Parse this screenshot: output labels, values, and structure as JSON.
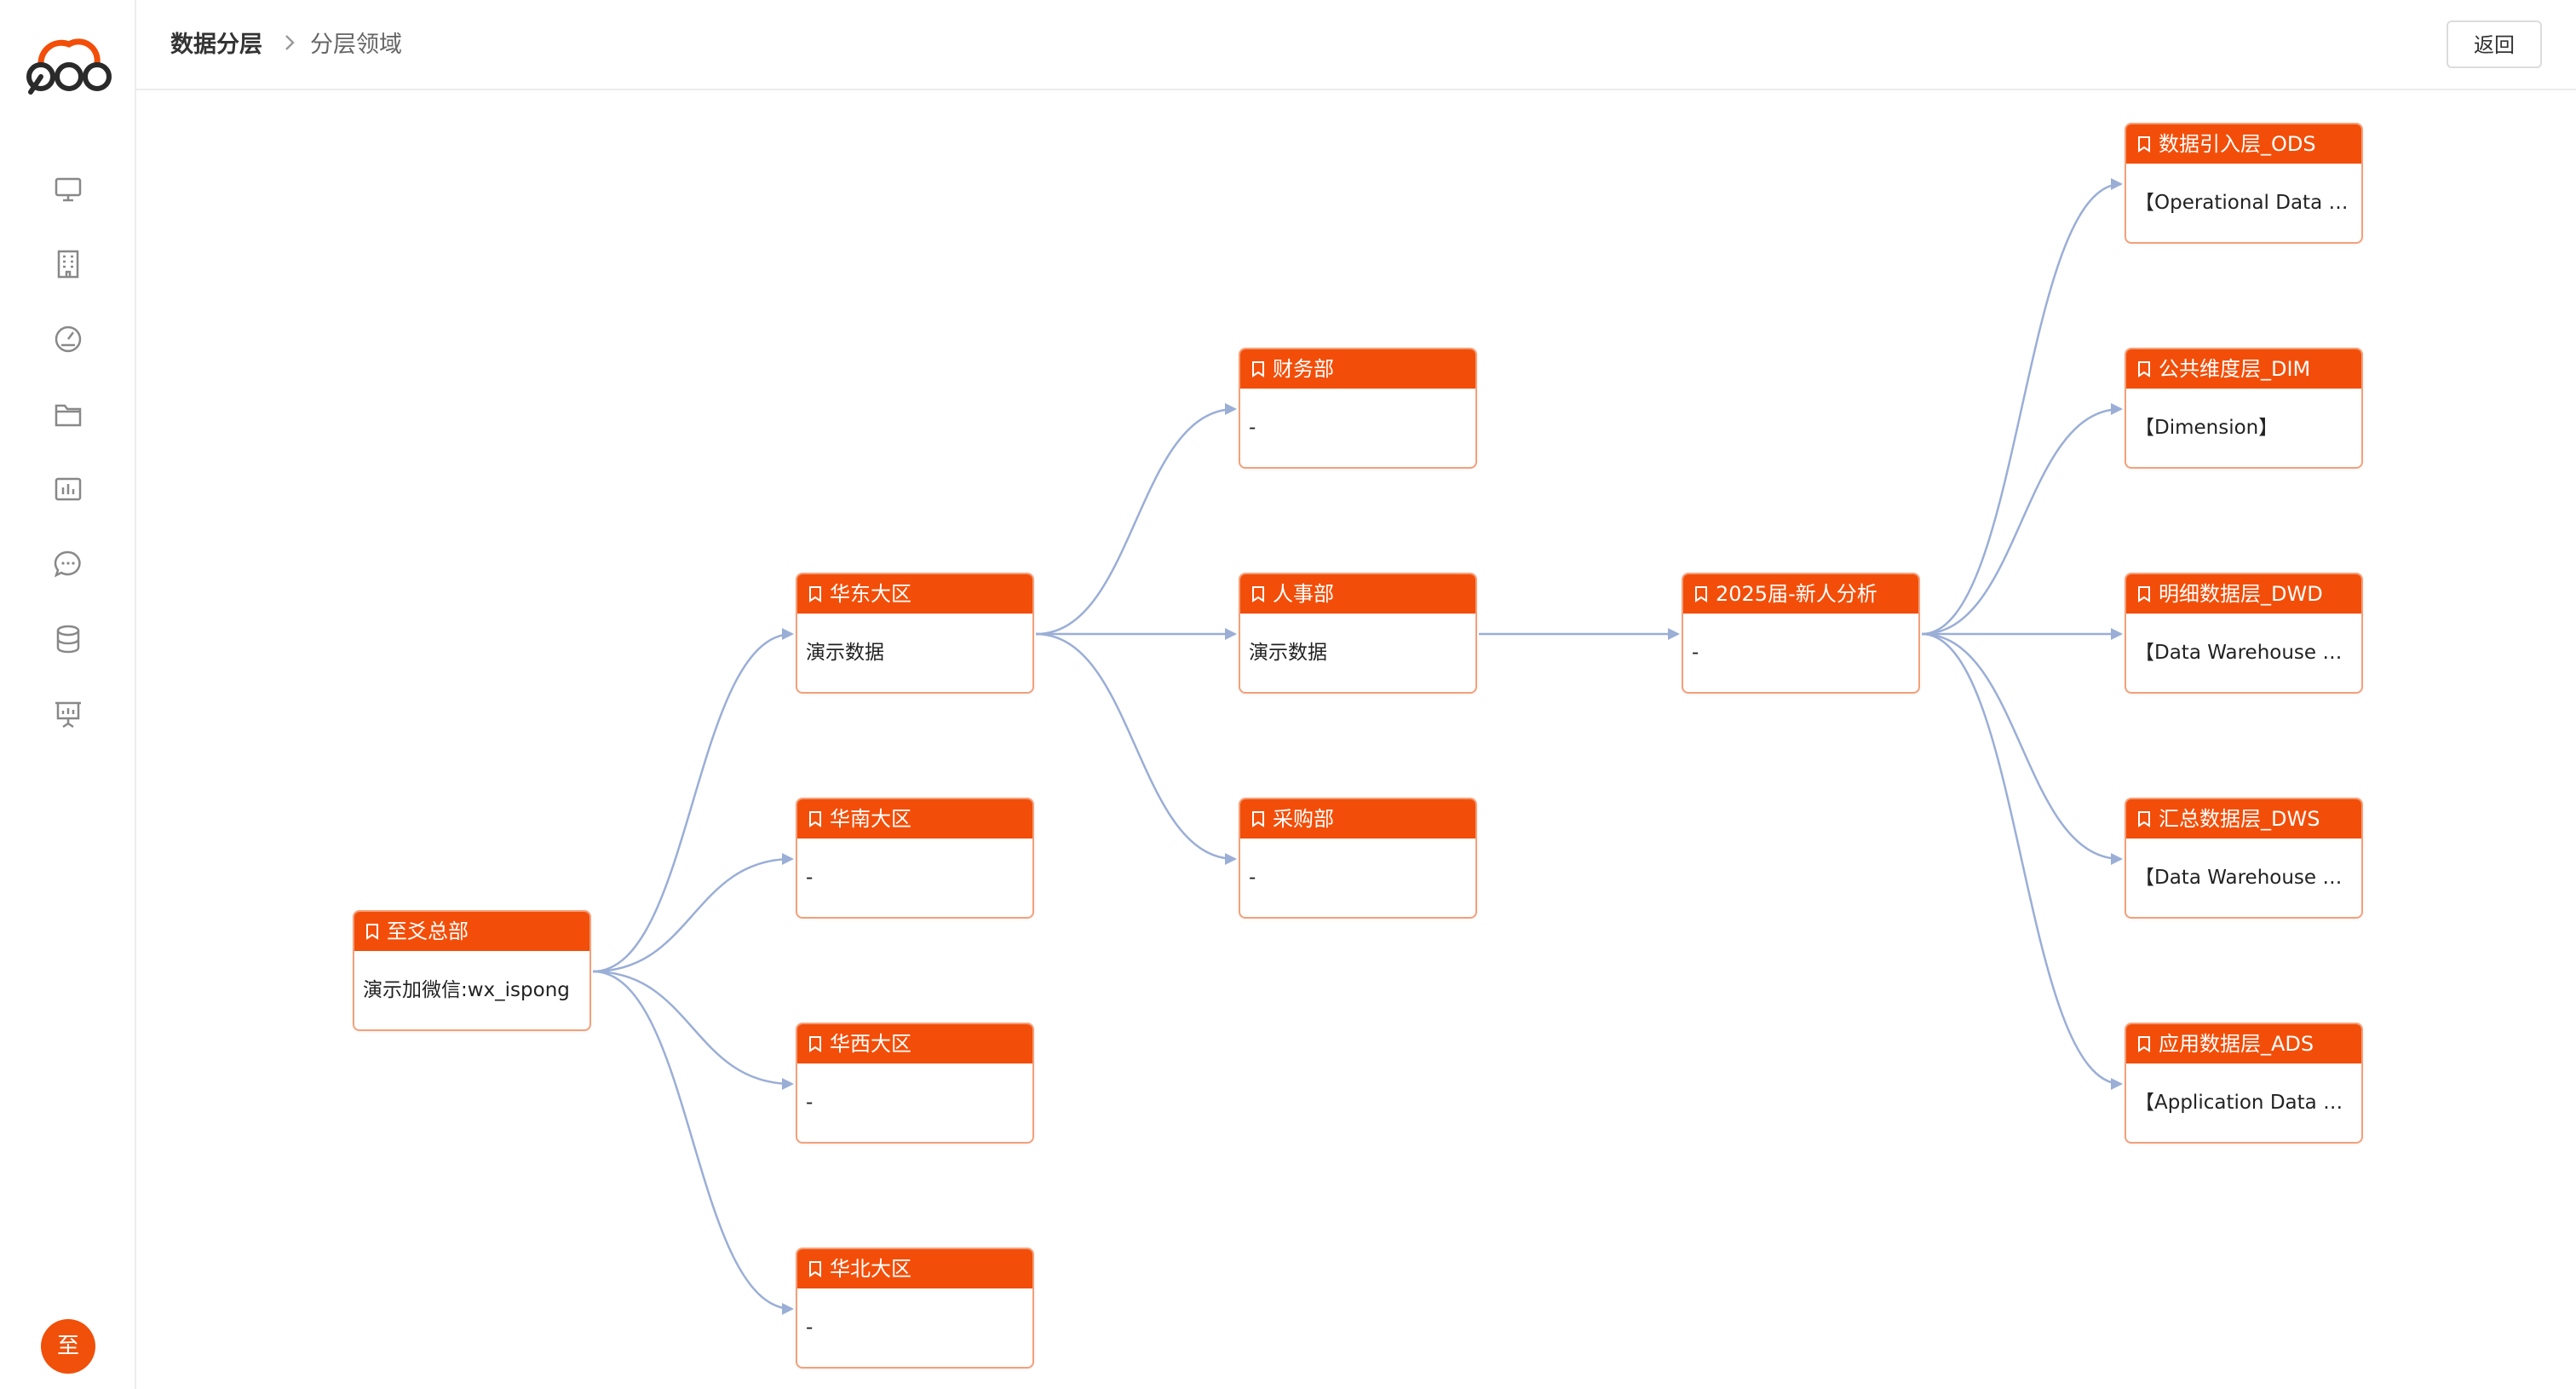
{
  "header": {
    "breadcrumb_current": "数据分层",
    "breadcrumb_sub": "分层领域",
    "back_label": "返回"
  },
  "sidebar": {
    "icons": [
      "monitor-icon",
      "building-icon",
      "gauge-icon",
      "folder-icon",
      "chart-box-icon",
      "chat-icon",
      "database-icon",
      "presentation-icon"
    ],
    "avatar_text": "至"
  },
  "colors": {
    "accent": "#f24e09",
    "node_border": "#f4a07a",
    "edge": "#9aaed6"
  },
  "nodes": [
    {
      "id": "root",
      "title": "至爻总部",
      "desc": "演示加微信:wx_ispong"
    },
    {
      "id": "east",
      "title": "华东大区",
      "desc": "演示数据"
    },
    {
      "id": "south",
      "title": "华南大区",
      "desc": "-"
    },
    {
      "id": "west",
      "title": "华西大区",
      "desc": "-"
    },
    {
      "id": "north",
      "title": "华北大区",
      "desc": "-"
    },
    {
      "id": "finance",
      "title": "财务部",
      "desc": "-"
    },
    {
      "id": "hr",
      "title": "人事部",
      "desc": "演示数据"
    },
    {
      "id": "purchase",
      "title": "采购部",
      "desc": "-"
    },
    {
      "id": "project",
      "title": "2025届-新人分析",
      "desc": "-"
    },
    {
      "id": "ods",
      "title": "数据引入层_ODS",
      "desc": "【Operational Data S..."
    },
    {
      "id": "dim",
      "title": "公共维度层_DIM",
      "desc": "【Dimension】"
    },
    {
      "id": "dwd",
      "title": "明细数据层_DWD",
      "desc": "【Data Warehouse D..."
    },
    {
      "id": "dws",
      "title": "汇总数据层_DWS",
      "desc": "【Data Warehouse Su..."
    },
    {
      "id": "ads",
      "title": "应用数据层_ADS",
      "desc": "【Application Data S..."
    }
  ],
  "edges": [
    [
      "root",
      "east"
    ],
    [
      "root",
      "south"
    ],
    [
      "root",
      "west"
    ],
    [
      "root",
      "north"
    ],
    [
      "east",
      "finance"
    ],
    [
      "east",
      "hr"
    ],
    [
      "east",
      "purchase"
    ],
    [
      "hr",
      "project"
    ],
    [
      "project",
      "ods"
    ],
    [
      "project",
      "dim"
    ],
    [
      "project",
      "dwd"
    ],
    [
      "project",
      "dws"
    ],
    [
      "project",
      "ads"
    ]
  ]
}
